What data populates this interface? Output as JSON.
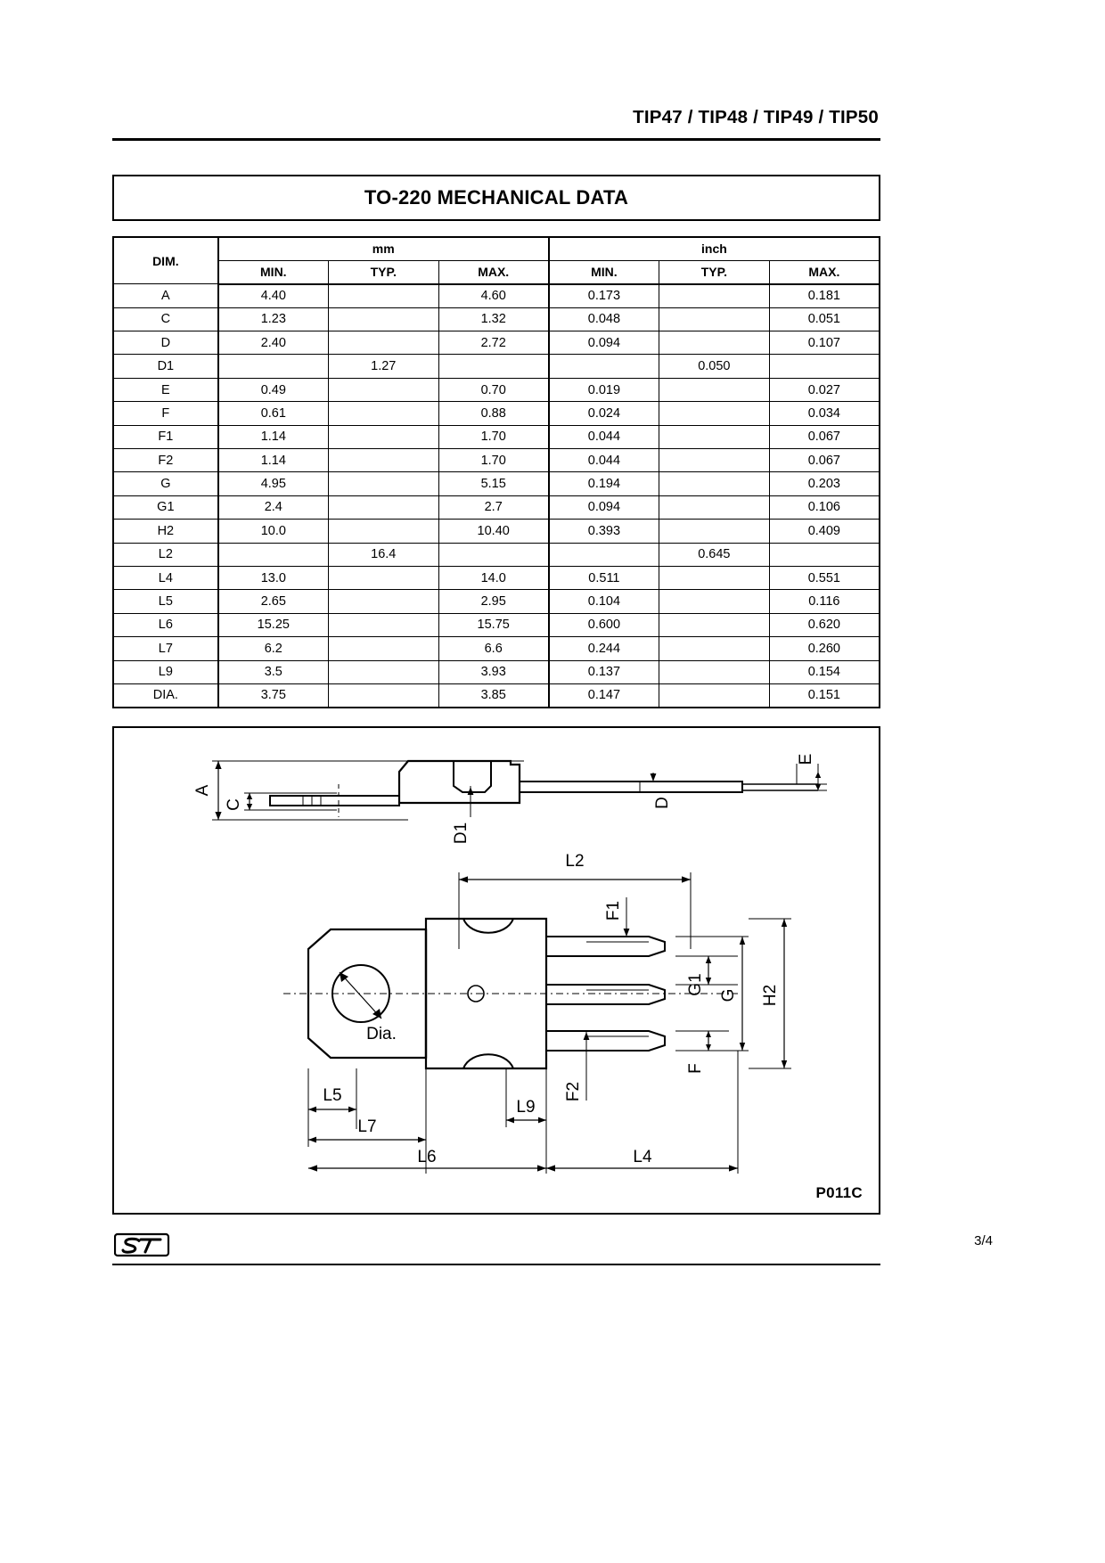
{
  "header": {
    "part_numbers": "TIP47 / TIP48 / TIP49 / TIP50"
  },
  "title_box": {
    "title": "TO-220 MECHANICAL DATA"
  },
  "table": {
    "group_dim": "DIM.",
    "group_mm": "mm",
    "group_inch": "inch",
    "sub_headers": [
      "MIN.",
      "TYP.",
      "MAX.",
      "MIN.",
      "TYP.",
      "MAX."
    ],
    "rows": [
      {
        "dim": "A",
        "mm_min": "4.40",
        "mm_typ": "",
        "mm_max": "4.60",
        "in_min": "0.173",
        "in_typ": "",
        "in_max": "0.181"
      },
      {
        "dim": "C",
        "mm_min": "1.23",
        "mm_typ": "",
        "mm_max": "1.32",
        "in_min": "0.048",
        "in_typ": "",
        "in_max": "0.051"
      },
      {
        "dim": "D",
        "mm_min": "2.40",
        "mm_typ": "",
        "mm_max": "2.72",
        "in_min": "0.094",
        "in_typ": "",
        "in_max": "0.107"
      },
      {
        "dim": "D1",
        "mm_min": "",
        "mm_typ": "1.27",
        "mm_max": "",
        "in_min": "",
        "in_typ": "0.050",
        "in_max": ""
      },
      {
        "dim": "E",
        "mm_min": "0.49",
        "mm_typ": "",
        "mm_max": "0.70",
        "in_min": "0.019",
        "in_typ": "",
        "in_max": "0.027"
      },
      {
        "dim": "F",
        "mm_min": "0.61",
        "mm_typ": "",
        "mm_max": "0.88",
        "in_min": "0.024",
        "in_typ": "",
        "in_max": "0.034"
      },
      {
        "dim": "F1",
        "mm_min": "1.14",
        "mm_typ": "",
        "mm_max": "1.70",
        "in_min": "0.044",
        "in_typ": "",
        "in_max": "0.067"
      },
      {
        "dim": "F2",
        "mm_min": "1.14",
        "mm_typ": "",
        "mm_max": "1.70",
        "in_min": "0.044",
        "in_typ": "",
        "in_max": "0.067"
      },
      {
        "dim": "G",
        "mm_min": "4.95",
        "mm_typ": "",
        "mm_max": "5.15",
        "in_min": "0.194",
        "in_typ": "",
        "in_max": "0.203"
      },
      {
        "dim": "G1",
        "mm_min": "2.4",
        "mm_typ": "",
        "mm_max": "2.7",
        "in_min": "0.094",
        "in_typ": "",
        "in_max": "0.106"
      },
      {
        "dim": "H2",
        "mm_min": "10.0",
        "mm_typ": "",
        "mm_max": "10.40",
        "in_min": "0.393",
        "in_typ": "",
        "in_max": "0.409"
      },
      {
        "dim": "L2",
        "mm_min": "",
        "mm_typ": "16.4",
        "mm_max": "",
        "in_min": "",
        "in_typ": "0.645",
        "in_max": ""
      },
      {
        "dim": "L4",
        "mm_min": "13.0",
        "mm_typ": "",
        "mm_max": "14.0",
        "in_min": "0.511",
        "in_typ": "",
        "in_max": "0.551"
      },
      {
        "dim": "L5",
        "mm_min": "2.65",
        "mm_typ": "",
        "mm_max": "2.95",
        "in_min": "0.104",
        "in_typ": "",
        "in_max": "0.116"
      },
      {
        "dim": "L6",
        "mm_min": "15.25",
        "mm_typ": "",
        "mm_max": "15.75",
        "in_min": "0.600",
        "in_typ": "",
        "in_max": "0.620"
      },
      {
        "dim": "L7",
        "mm_min": "6.2",
        "mm_typ": "",
        "mm_max": "6.6",
        "in_min": "0.244",
        "in_typ": "",
        "in_max": "0.260"
      },
      {
        "dim": "L9",
        "mm_min": "3.5",
        "mm_typ": "",
        "mm_max": "3.93",
        "in_min": "0.137",
        "in_typ": "",
        "in_max": "0.154"
      },
      {
        "dim": "DIA.",
        "mm_min": "3.75",
        "mm_typ": "",
        "mm_max": "3.85",
        "in_min": "0.147",
        "in_typ": "",
        "in_max": "0.151"
      }
    ]
  },
  "drawing": {
    "reference": "P011C",
    "callouts": {
      "a": "A",
      "c": "C",
      "d": "D",
      "d1": "D1",
      "e": "E",
      "l2": "L2",
      "f1": "F1",
      "g1": "G1",
      "g": "G",
      "h2": "H2",
      "f": "F",
      "f2": "F2",
      "dia": "Dia.",
      "l5": "L5",
      "l7": "L7",
      "l9": "L9",
      "l6": "L6",
      "l4": "L4"
    }
  },
  "footer": {
    "logo_text": "ST",
    "page": "3/4"
  }
}
